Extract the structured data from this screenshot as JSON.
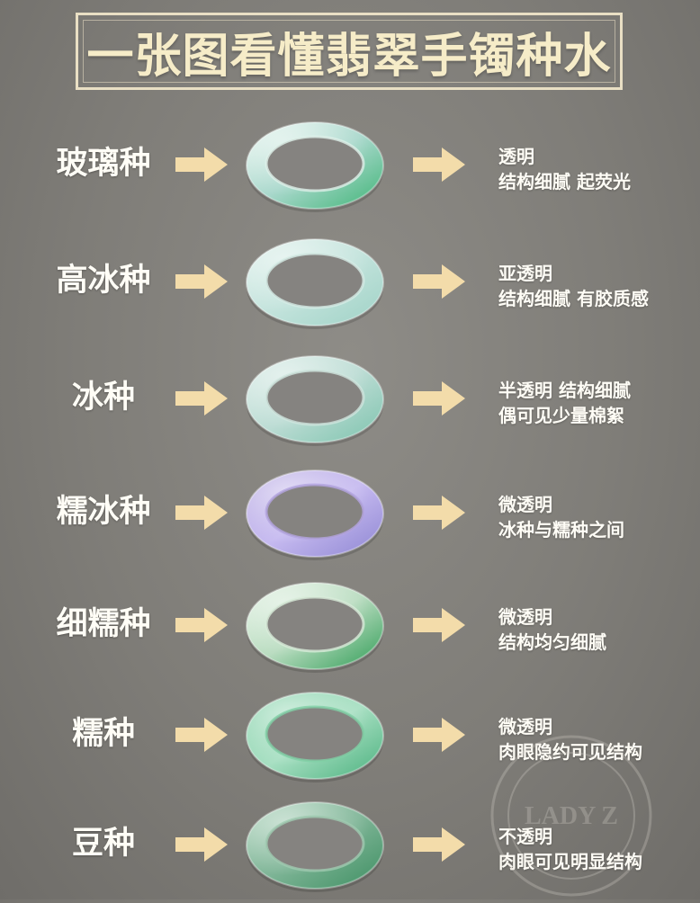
{
  "title": "一张图看懂翡翠手镯种水",
  "accent_color": "#e9dfc4",
  "arrow_color": "#f3dcaa",
  "rows": [
    {
      "name": "玻璃种",
      "desc1": "透明",
      "desc2": "结构细腻 起荧光",
      "colors": [
        "#dff1ea",
        "#3fb476",
        "#a9d8cc"
      ]
    },
    {
      "name": "高冰种",
      "desc1": "亚透明",
      "desc2": "结构细腻 有胶质感",
      "colors": [
        "#d6ece6",
        "#9fd2c6",
        "#c3e3dc"
      ]
    },
    {
      "name": "冰种",
      "desc1": "半透明 结构细腻",
      "desc2": "偶可见少量棉絮",
      "colors": [
        "#cfe6df",
        "#7dc3ad",
        "#bcdcd4"
      ]
    },
    {
      "name": "糯冰种",
      "desc1": "微透明",
      "desc2": "冰种与糯种之间",
      "colors": [
        "#b3a4e0",
        "#8e86d2",
        "#c6baf0"
      ]
    },
    {
      "name": "细糯种",
      "desc1": "微透明",
      "desc2": "结构均匀细腻",
      "colors": [
        "#d8ecd9",
        "#2f9c55",
        "#b9dcc0"
      ]
    },
    {
      "name": "糯种",
      "desc1": "微透明",
      "desc2": "肉眼隐约可见结构",
      "colors": [
        "#7fcfa5",
        "#4bb17e",
        "#a7dfc2"
      ]
    },
    {
      "name": "豆种",
      "desc1": "不透明",
      "desc2": "肉眼可见明显结构",
      "colors": [
        "#9fcbb0",
        "#3e8f62",
        "#7fb597"
      ]
    }
  ],
  "watermark_text": "LADY Z"
}
